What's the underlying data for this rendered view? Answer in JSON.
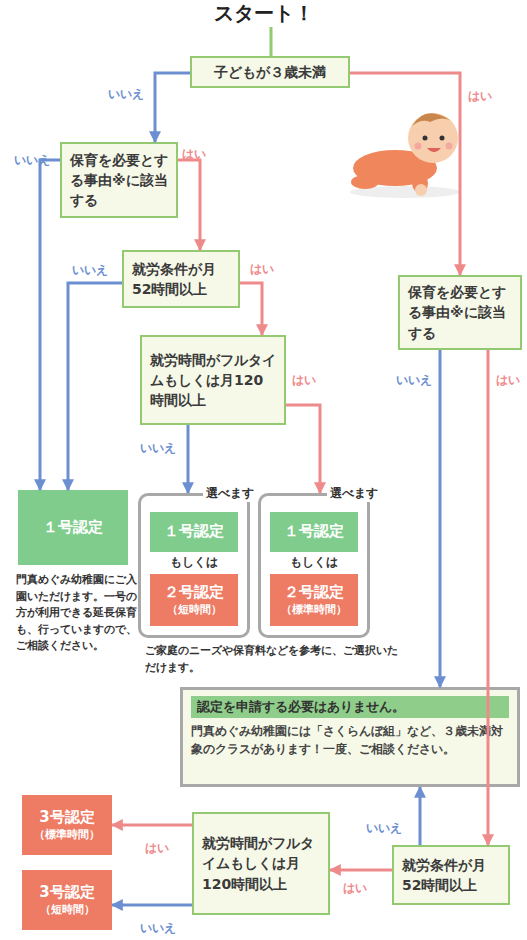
{
  "diagram": {
    "title": "スタート！",
    "nodes": [
      {
        "text": [
          "子どもが３歳未満"
        ]
      },
      {
        "text": [
          "保育を必要とする事由※に該当する"
        ]
      },
      {
        "text": [
          "就労条件が月52時間以上"
        ]
      },
      {
        "text": [
          "就労時間がフルタイムもしくは月120時間以上"
        ]
      },
      {
        "text": [
          "１号認定"
        ]
      },
      {
        "text": [
          "選べます",
          "もしくは"
        ]
      },
      {
        "text": [
          "１号認定"
        ],
        "in": 5
      },
      {
        "text": [
          "２号認定",
          "（短時間）"
        ],
        "in": 5
      },
      {
        "text": [
          "選べます",
          "もしくは"
        ]
      },
      {
        "text": [
          "１号認定"
        ],
        "in": 8
      },
      {
        "text": [
          "２号認定",
          "（標準時間）"
        ],
        "in": 8
      },
      {
        "text": [
          "保育を必要とする事由※に該当する"
        ]
      },
      {
        "text": [
          "認定を申請する必要はありません。",
          "門真めぐみ幼稚園には「さくらんぼ組」など、３歳未満対象のクラスがあります！一度、ご相談ください。"
        ]
      },
      {
        "text": [
          "就労条件が月52時間以上"
        ]
      },
      {
        "text": [
          "就労時間がフルタイムもしくは月120時間以上"
        ]
      },
      {
        "text": [
          "3号認定",
          "（標準時間）"
        ]
      },
      {
        "text": [
          "3号認定",
          "（短時間）"
        ]
      }
    ],
    "edges": [
      {
        "from": 0,
        "to": 1,
        "label": "いいえ",
        "arrow": "to"
      },
      {
        "from": 0,
        "to": 11,
        "label": "はい",
        "arrow": "to"
      },
      {
        "from": 1,
        "to": 4,
        "label": "いいえ",
        "arrow": "to"
      },
      {
        "from": 1,
        "to": 2,
        "label": "はい",
        "arrow": "to"
      },
      {
        "from": 2,
        "to": 4,
        "label": "いいえ",
        "arrow": "to"
      },
      {
        "from": 2,
        "to": 3,
        "label": "はい",
        "arrow": "to"
      },
      {
        "from": 3,
        "to": 5,
        "label": "いいえ",
        "arrow": "to"
      },
      {
        "from": 3,
        "to": 8,
        "label": "はい",
        "arrow": "to"
      },
      {
        "from": 11,
        "to": 12,
        "label": "いいえ",
        "arrow": "to"
      },
      {
        "from": 11,
        "to": 13,
        "label": "はい",
        "arrow": "to"
      },
      {
        "from": 13,
        "to": 12,
        "label": "いいえ",
        "arrow": "to"
      },
      {
        "from": 13,
        "to": 14,
        "label": "はい",
        "arrow": "to"
      },
      {
        "from": 14,
        "to": 15,
        "label": "はい",
        "arrow": "to"
      },
      {
        "from": 14,
        "to": 16,
        "label": "いいえ",
        "arrow": "to"
      }
    ],
    "labels": [
      "門真めぐみ幼稚園にご入園いただけます。一号の方が利用できる延長保育も、行っていますので、ご相談ください。",
      "ご家庭のニーズや保育料などを参考に、ご選択いただけます。"
    ]
  }
}
